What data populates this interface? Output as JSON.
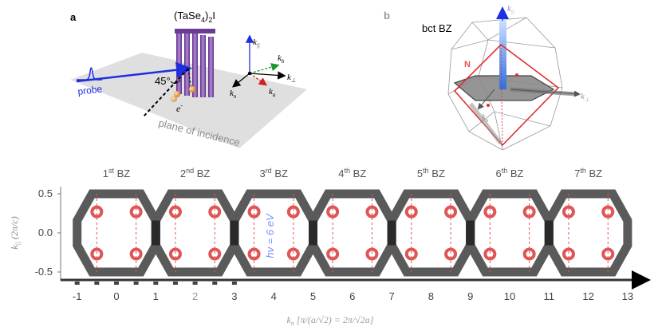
{
  "panel_a": {
    "label": "a",
    "compound": "(TaSe",
    "compound_sub": "4",
    "compound_tail": ")",
    "compound_sub2": "2",
    "compound_end": "I",
    "probe": "probe",
    "angle": "45°",
    "electron": "e",
    "electron_sup": "-",
    "plane": "plane of incidence",
    "k_par": "k",
    "k_par_sub": "||",
    "k_b": "k",
    "k_b_sub": "b",
    "k_perp": "k",
    "k_perp_sub": "⊥",
    "k_n": "k",
    "k_n_sub": "n",
    "k_a": "k",
    "k_a_sub": "a"
  },
  "panel_b": {
    "label": "b",
    "title": "bct BZ",
    "N_label": "N",
    "k_par": "k",
    "k_par_sub": "||",
    "k_perp": "k",
    "k_perp_sub": "⊥",
    "k_n": "k",
    "k_n_sub": "n"
  },
  "panel_c": {
    "zone_labels": [
      {
        "num": "1",
        "sup": "st",
        "tail": " BZ"
      },
      {
        "num": "2",
        "sup": "nd",
        "tail": " BZ"
      },
      {
        "num": "3",
        "sup": "rd",
        "tail": " BZ"
      },
      {
        "num": "4",
        "sup": "th",
        "tail": " BZ"
      },
      {
        "num": "5",
        "sup": "th",
        "tail": " BZ"
      },
      {
        "num": "6",
        "sup": "th",
        "tail": " BZ"
      },
      {
        "num": "7",
        "sup": "th",
        "tail": " BZ"
      }
    ],
    "yticks": [
      "0.5",
      "0.0",
      "-0.5"
    ],
    "xticks": [
      "-1",
      "0",
      "1",
      "2",
      "3",
      "4",
      "5",
      "6",
      "7",
      "8",
      "9",
      "10",
      "11",
      "12",
      "13"
    ],
    "ylabel_main": "k",
    "ylabel_sub": "||",
    "ylabel_tail": " (2π/c)",
    "xlabel_main": "k",
    "xlabel_sub": "n",
    "xlabel_tail": " [π/(a/√2) = 2π/√2a]",
    "photon": "hν = 6 eV"
  },
  "colors": {
    "octagon": "#5a5a5a",
    "octagon_dark": "#2a2a2a",
    "pocket": "#e05555",
    "blue": "#1f2ee0",
    "purple": "#7a3fa6",
    "orange": "#e8962a",
    "photon_text": "#7a8cff"
  }
}
